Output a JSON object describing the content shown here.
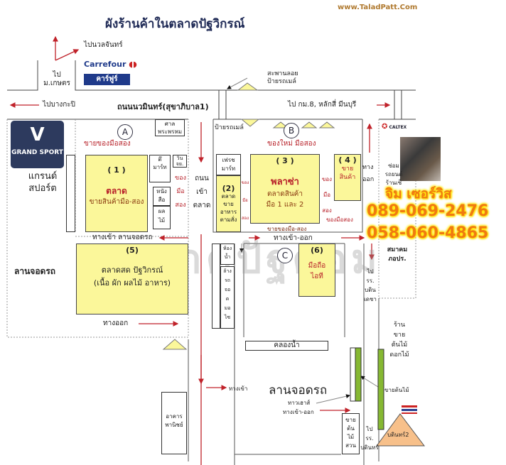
{
  "title": "ผังร้านค้าในตลาดปัฐวิกรณ์",
  "website": "www.TaladPatt.Com",
  "watermark": "ตลาดปัฐคอม",
  "top": {
    "to_kaset": "ไป",
    "to_kaset2": "ม.เกษตร",
    "to_nuanchan": "ไปนวลจันทร์",
    "carrefour_en": "Carrefour",
    "carrefour_th": "คาร์ฟูร์",
    "overpass": "สะพานลอย",
    "bus_stop": "ป้ายรถเมล์"
  },
  "road": {
    "to_bangkapi": "ไปบางกะปิ",
    "name": "ถนนนวมินทร์(สุขาภิบาล1)",
    "to_km8": "ไป กม.8, หลักสี่  มีนบุรี"
  },
  "zone_a": {
    "label": "A",
    "secondhand": "ขายของมือสอง",
    "shrine1": "ศาล",
    "shrine2": "พระพรหม",
    "grand_sport_logo": "GRAND SPORT",
    "grand_sport1": "แกรนด์",
    "grand_sport2": "สปอร์ต",
    "z1_num": "( 1 )",
    "z1_title": "ตลาด",
    "z1_desc": "ขายสินค้ามือ-สอง",
    "tuek_mart1": "ตึ",
    "tuek_mart2": "มาร์ท",
    "win1": "วิน",
    "win2": "จย.",
    "books1": "หนัง",
    "books2": "สือ",
    "fruit1": "ผล",
    "fruit2": "ไม้",
    "side1": "ของ",
    "side2": "มือ",
    "side3": "สอง",
    "road1": "ถนน",
    "road2": "เข้า",
    "road3": "ตลาด",
    "parking_entry": "ทางเข้า ลานจอดรถ"
  },
  "zone5": {
    "num": "(5)",
    "line1": "ตลาดสด ปัฐวิกรณ์",
    "line2": "(เนื้อ ผัก ผลไม้ อาหาร)",
    "parking": "ลานจอดรถ",
    "exit": "ทางออก"
  },
  "zone_b": {
    "bus_stop": "ป้ายรถเมล์",
    "label": "B",
    "new_used": "ของใหม่ มือสอง",
    "fresh1": "เฟรช",
    "fresh2": "มาร์ท",
    "z2_num": "(2)",
    "z2_l1": "ตลาด",
    "z2_l2": "ขาย",
    "z2_l3": "อาหาร",
    "z2_l4": "ตามสั่ง",
    "s1": "ของ",
    "s2": "มือ",
    "s3": "สอง",
    "z3_num": "( 3 )",
    "z3_title": "พลาซ่า",
    "z3_l1": "ตลาดสินค้า",
    "z3_l2": "มือ 1 และ 2",
    "z4_num": "( 4 )",
    "z4_l1": "ขาย",
    "z4_l2": "สินค้า",
    "r1": "ของ",
    "r2": "มือ",
    "r3": "สอง",
    "used_right": "ของมือสอง",
    "used_bottom": "ขายของมือ-สอง",
    "exit1": "ทาง",
    "exit2": "ออก",
    "entry_exit": "ทางเข้า-ออก"
  },
  "zone_c": {
    "toilet1": "ห้อง",
    "toilet2": "น้ำ",
    "wash1": "ล้าง",
    "wash2": "รถ",
    "moto1": "จอ",
    "moto2": "ด",
    "moto3": "มอ",
    "moto4": "ไซ",
    "label": "C",
    "z6_num": "(6)",
    "z6_l1": "มือถือ",
    "z6_l2": "ไอที",
    "canal": "คลองน้ำ",
    "to_school1": "ไป",
    "to_school2": "รร.",
    "to_school3": "บดิน",
    "to_school4": "เดชา"
  },
  "right": {
    "caltex": "CALTEX",
    "repair1": "ซ่อม",
    "repair2": "รถยนต์",
    "repair3": "ร้านเซ็",
    "assoc1": "สมาคม",
    "assoc2": "ภอปร."
  },
  "contact": {
    "name": "จิม เซอร์วิส",
    "phone1": "089-069-2476",
    "phone2": "058-060-4865"
  },
  "bottom": {
    "commercial1": "อาคาร",
    "commercial2": "พานิชย์",
    "entrance": "ทางเข้า",
    "parking": "ลานจอดรถ",
    "townhouse": "ทาวเฮาส์",
    "entry_exit": "ทางเข้า-ออก",
    "plants1": "ขาย",
    "plants2": "ต้น",
    "plants3": "ไม้",
    "plants4": "สวน",
    "shop1": "ร้าน",
    "shop2": "ขาย",
    "shop3": "ต้นไม้",
    "shop4": "ดอกไม้",
    "plant_sale": "ขายต้นไม้",
    "monument": "บดินทร์2",
    "to_b1": "ไป",
    "to_b2": "รร.",
    "to_b3": "บดินทร์"
  },
  "colors": {
    "yellow": "#fbf79a",
    "red": "#b8222a",
    "navy": "#1f2a56",
    "green": "#86b832",
    "peach": "#f7c08a"
  }
}
